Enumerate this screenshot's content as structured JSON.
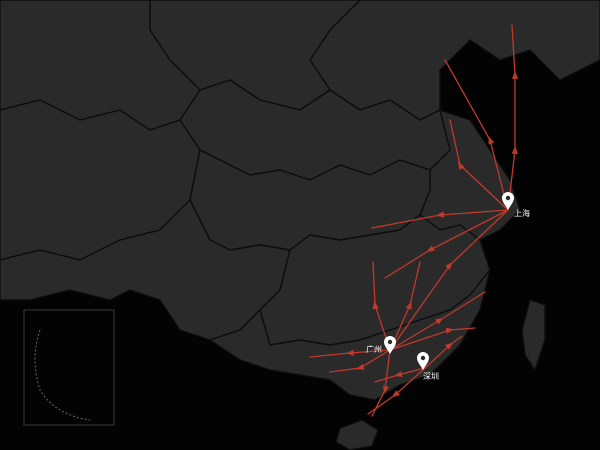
{
  "map": {
    "colors": {
      "background": "#030303",
      "land": "#2a2a2a",
      "border": "#0d0d0d",
      "route": "#c0392b",
      "marker": "#ffffff"
    },
    "cities": [
      {
        "id": "shanghai",
        "label": "上海",
        "icon": "map-pin-icon"
      },
      {
        "id": "guangzhou",
        "label": "广州",
        "icon": "map-pin-icon"
      },
      {
        "id": "shenzhen",
        "label": "深圳",
        "icon": "map-pin-icon"
      }
    ]
  }
}
